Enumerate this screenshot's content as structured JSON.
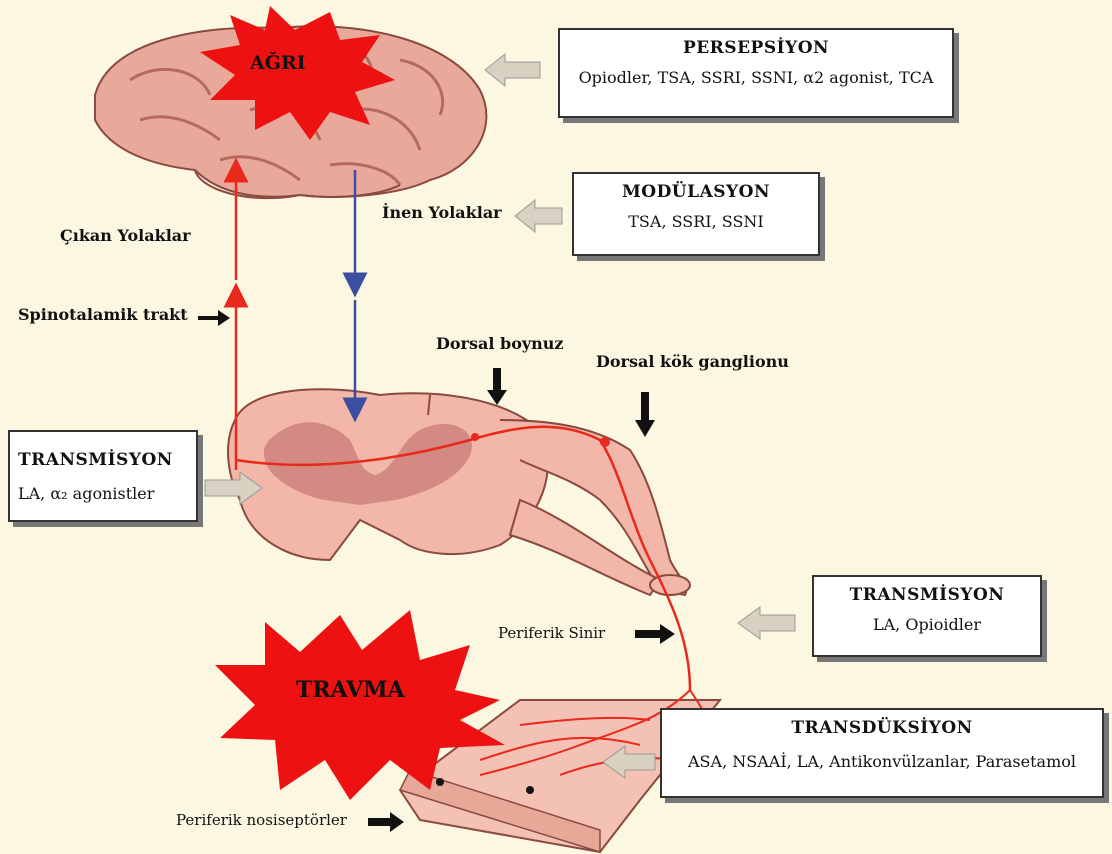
{
  "diagram": {
    "pain_label": "AĞRI",
    "trauma_label": "TRAVMA",
    "perception": {
      "title": "PERSEPSİYON",
      "drugs": "Opiodler, TSA, SSRI, SSNI, α2 agonist, TCA"
    },
    "modulation": {
      "title": "MODÜLASYON",
      "drugs": "TSA, SSRI, SSNI"
    },
    "transmission_central": {
      "title": "TRANSMİSYON",
      "drugs": "LA, α₂ agonistler"
    },
    "transmission_peripheral": {
      "title": "TRANSMİSYON",
      "drugs": "LA, Opioidler"
    },
    "transduction": {
      "title": "TRANSDÜKSİYON",
      "drugs": "ASA, NSAAİ, LA, Antikonvülzanlar, Parasetamol"
    },
    "labels": {
      "ascending": "Çıkan Yolaklar",
      "descending": "İnen Yolaklar",
      "spinothalamic": "Spinotalamik trakt",
      "dorsal_horn": "Dorsal boynuz",
      "drg": "Dorsal kök ganglionu",
      "peripheral_nerve": "Periferik Sinir",
      "nociceptors": "Periferik nosiseptörler"
    },
    "colors": {
      "burst": "#ee1111",
      "ascending_path": "#e8291c",
      "descending_path": "#3a4fa0",
      "tissue": "#f2b7a8"
    }
  }
}
